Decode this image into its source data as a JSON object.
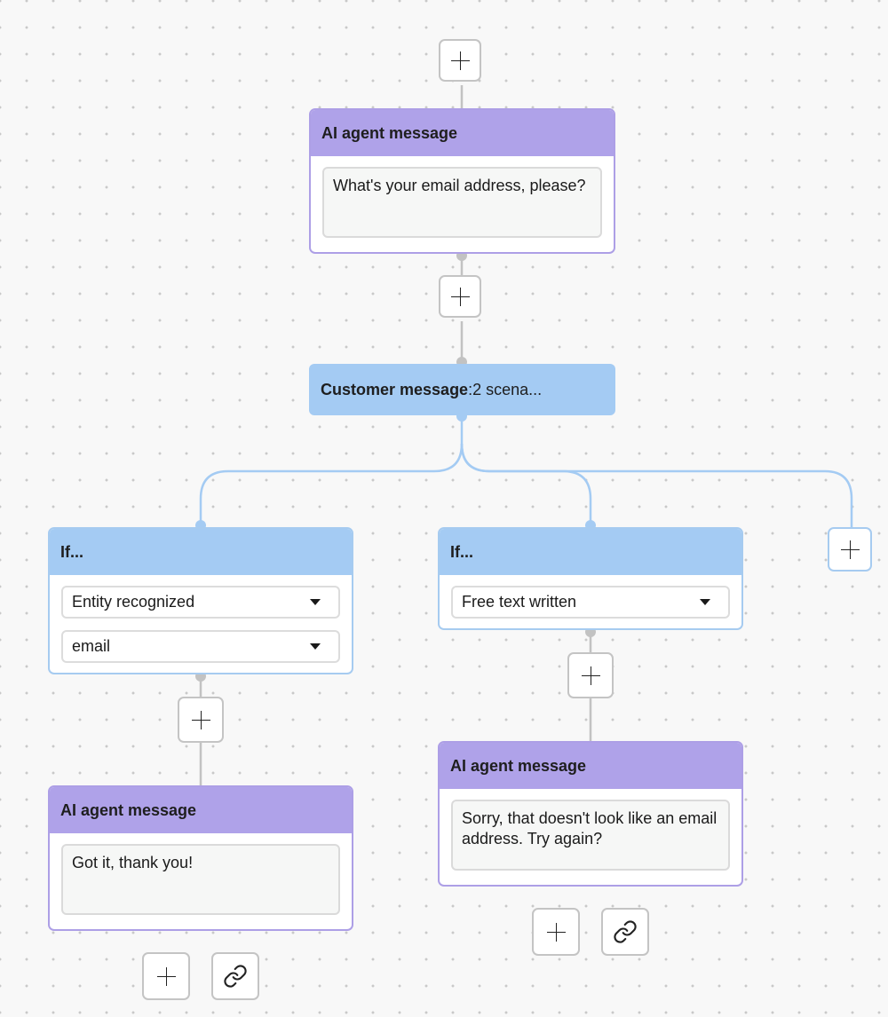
{
  "nodes": {
    "agent_message_1": {
      "title": "AI agent message",
      "text": "What's your email address, please?"
    },
    "customer_message": {
      "title": "Customer message",
      "separator": ":",
      "summary": "2 scena..."
    },
    "branch_left": {
      "title": "If...",
      "condition_type": "Entity recognized",
      "entity": "email"
    },
    "branch_right": {
      "title": "If...",
      "condition_type": "Free text written"
    },
    "agent_message_left": {
      "title": "AI agent message",
      "text": "Got it, thank you!"
    },
    "agent_message_right": {
      "title": "AI agent message",
      "text": "Sorry, that doesn't look like an email address. Try again?"
    }
  },
  "icons": {
    "add": "plus-icon",
    "link": "link-icon",
    "dropdown": "caret-down-icon"
  },
  "colors": {
    "canvas_background": "#f8f8f8",
    "canvas_dot": "#c9c9c9",
    "agent_header": "#afa2e9",
    "agent_border": "#ad9fe6",
    "condition_header": "#a4cbf3",
    "condition_border": "#a6cbf0",
    "connector_gray": "#c2c2c2",
    "connector_blue": "#a4cbf3"
  }
}
